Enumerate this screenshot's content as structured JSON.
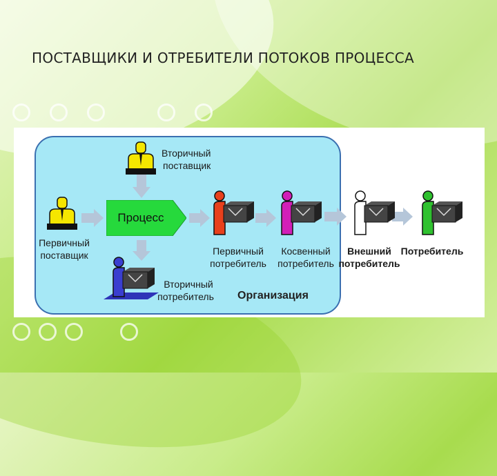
{
  "slide": {
    "title": "ПОСТАВЩИКИ И ОТРЕБИТЕЛИ ПОТОКОВ ПРОЦЕССА"
  },
  "diagram": {
    "process_label": "Процесс",
    "organization_label": "Организация",
    "secondary_supplier": [
      "Вторичный",
      "поставщик"
    ],
    "primary_supplier": [
      "Первичный",
      "поставщик"
    ],
    "secondary_consumer": [
      "Вторичный",
      "потребитель"
    ],
    "primary_consumer": [
      "Первичный",
      "потребитель"
    ],
    "indirect_consumer": [
      "Косвенный",
      "потребитель"
    ],
    "external_consumer": [
      "Внешний",
      "потребитель"
    ],
    "consumer": "Потребитель"
  },
  "colors": {
    "supplier_yellow": "#f5e600",
    "primary_consumer_red": "#e8401c",
    "indirect_consumer_magenta": "#d21fb8",
    "external_consumer_white": "#ffffff",
    "consumer_green": "#2fc12f",
    "secondary_consumer_blue": "#3a3fd0",
    "process_green": "#26d93c",
    "organization_fill": "#a6e8f6"
  }
}
